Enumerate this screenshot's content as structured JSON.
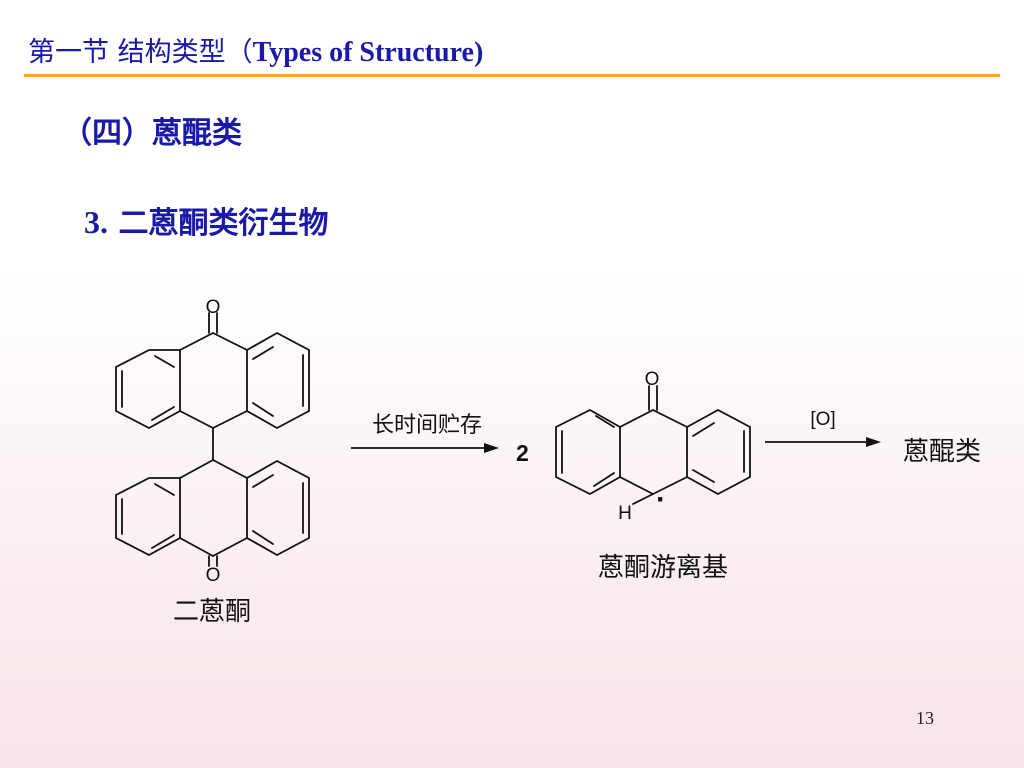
{
  "header": {
    "title_cn": "第一节  结构类型（",
    "title_en": "Types of  Structure)",
    "accent_color": "#f5a623",
    "title_color": "#1a1aa8"
  },
  "section": {
    "title": "（四）蒽醌类"
  },
  "subsection": {
    "number": "3.",
    "title": "二蒽酮类衍生物"
  },
  "diagram": {
    "reactant": {
      "label": "二蒽酮",
      "atom_top": "O",
      "atom_bottom": "O"
    },
    "step1": {
      "condition": "长时间贮存",
      "coefficient": "2"
    },
    "intermediate": {
      "label": "蒽酮游离基",
      "atom_o": "O",
      "atom_h": "H",
      "radical": "·"
    },
    "step2": {
      "condition": "[O]",
      "product": "蒽醌类"
    }
  },
  "footer": {
    "page_number": "13"
  }
}
